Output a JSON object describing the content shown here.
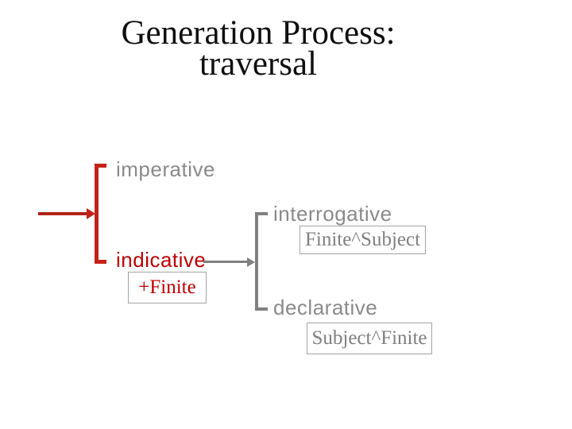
{
  "title": {
    "line1": "Generation Process:",
    "line2": "traversal"
  },
  "tree": {
    "mood": {
      "imperative": {
        "label": "imperative"
      },
      "indicative": {
        "label": "indicative",
        "feature": "+Finite"
      }
    },
    "indicative_subtypes": {
      "interrogative": {
        "label": "interrogative",
        "feature": "Finite^Subject"
      },
      "declarative": {
        "label": "declarative",
        "feature": "Subject^Finite"
      }
    }
  },
  "colors": {
    "red_accent": "#c52118",
    "red_text": "#c00000",
    "gray_line": "#808080",
    "gray_text": "#8a8a8a",
    "box_border": "#a3a3a3",
    "title_text": "#0f0f0f",
    "background": "#ffffff"
  }
}
